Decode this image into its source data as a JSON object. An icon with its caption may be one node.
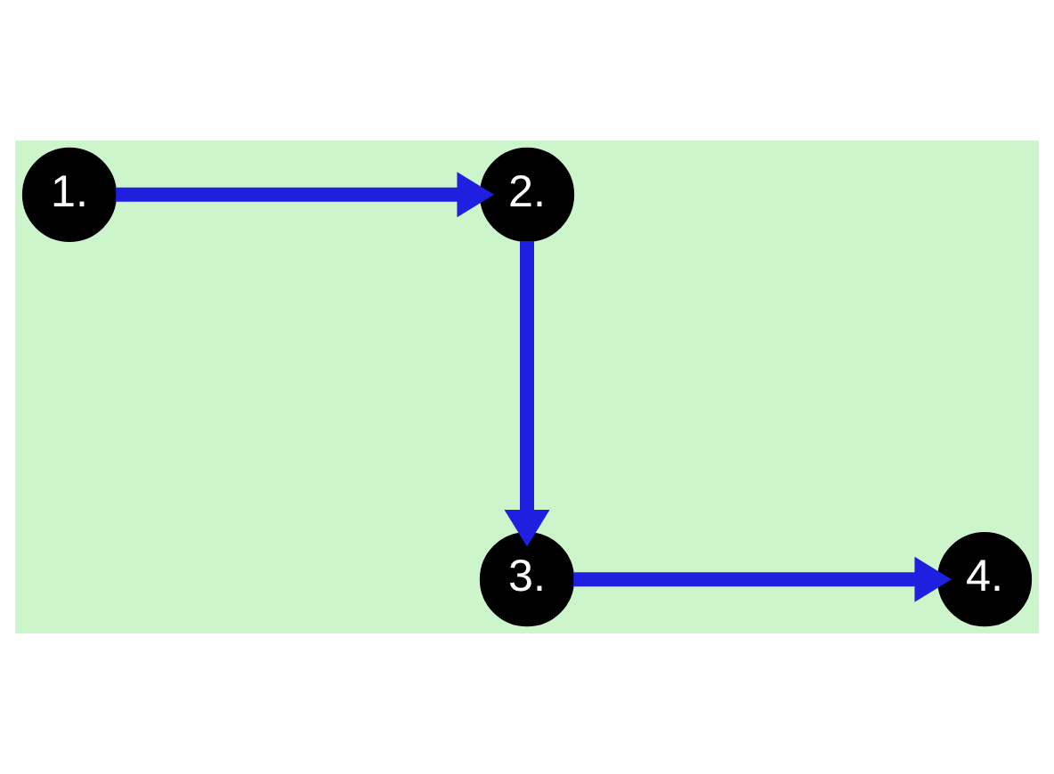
{
  "diagram": {
    "nodes": [
      {
        "text": [
          "1."
        ]
      },
      {
        "text": [
          "2."
        ]
      },
      {
        "text": [
          "3."
        ]
      },
      {
        "text": [
          "4."
        ]
      }
    ],
    "edges": [
      {
        "from": 0,
        "to": 1,
        "arrow": "to"
      },
      {
        "from": 1,
        "to": 2,
        "arrow": "to"
      },
      {
        "from": 2,
        "to": 3,
        "arrow": "to"
      }
    ]
  }
}
